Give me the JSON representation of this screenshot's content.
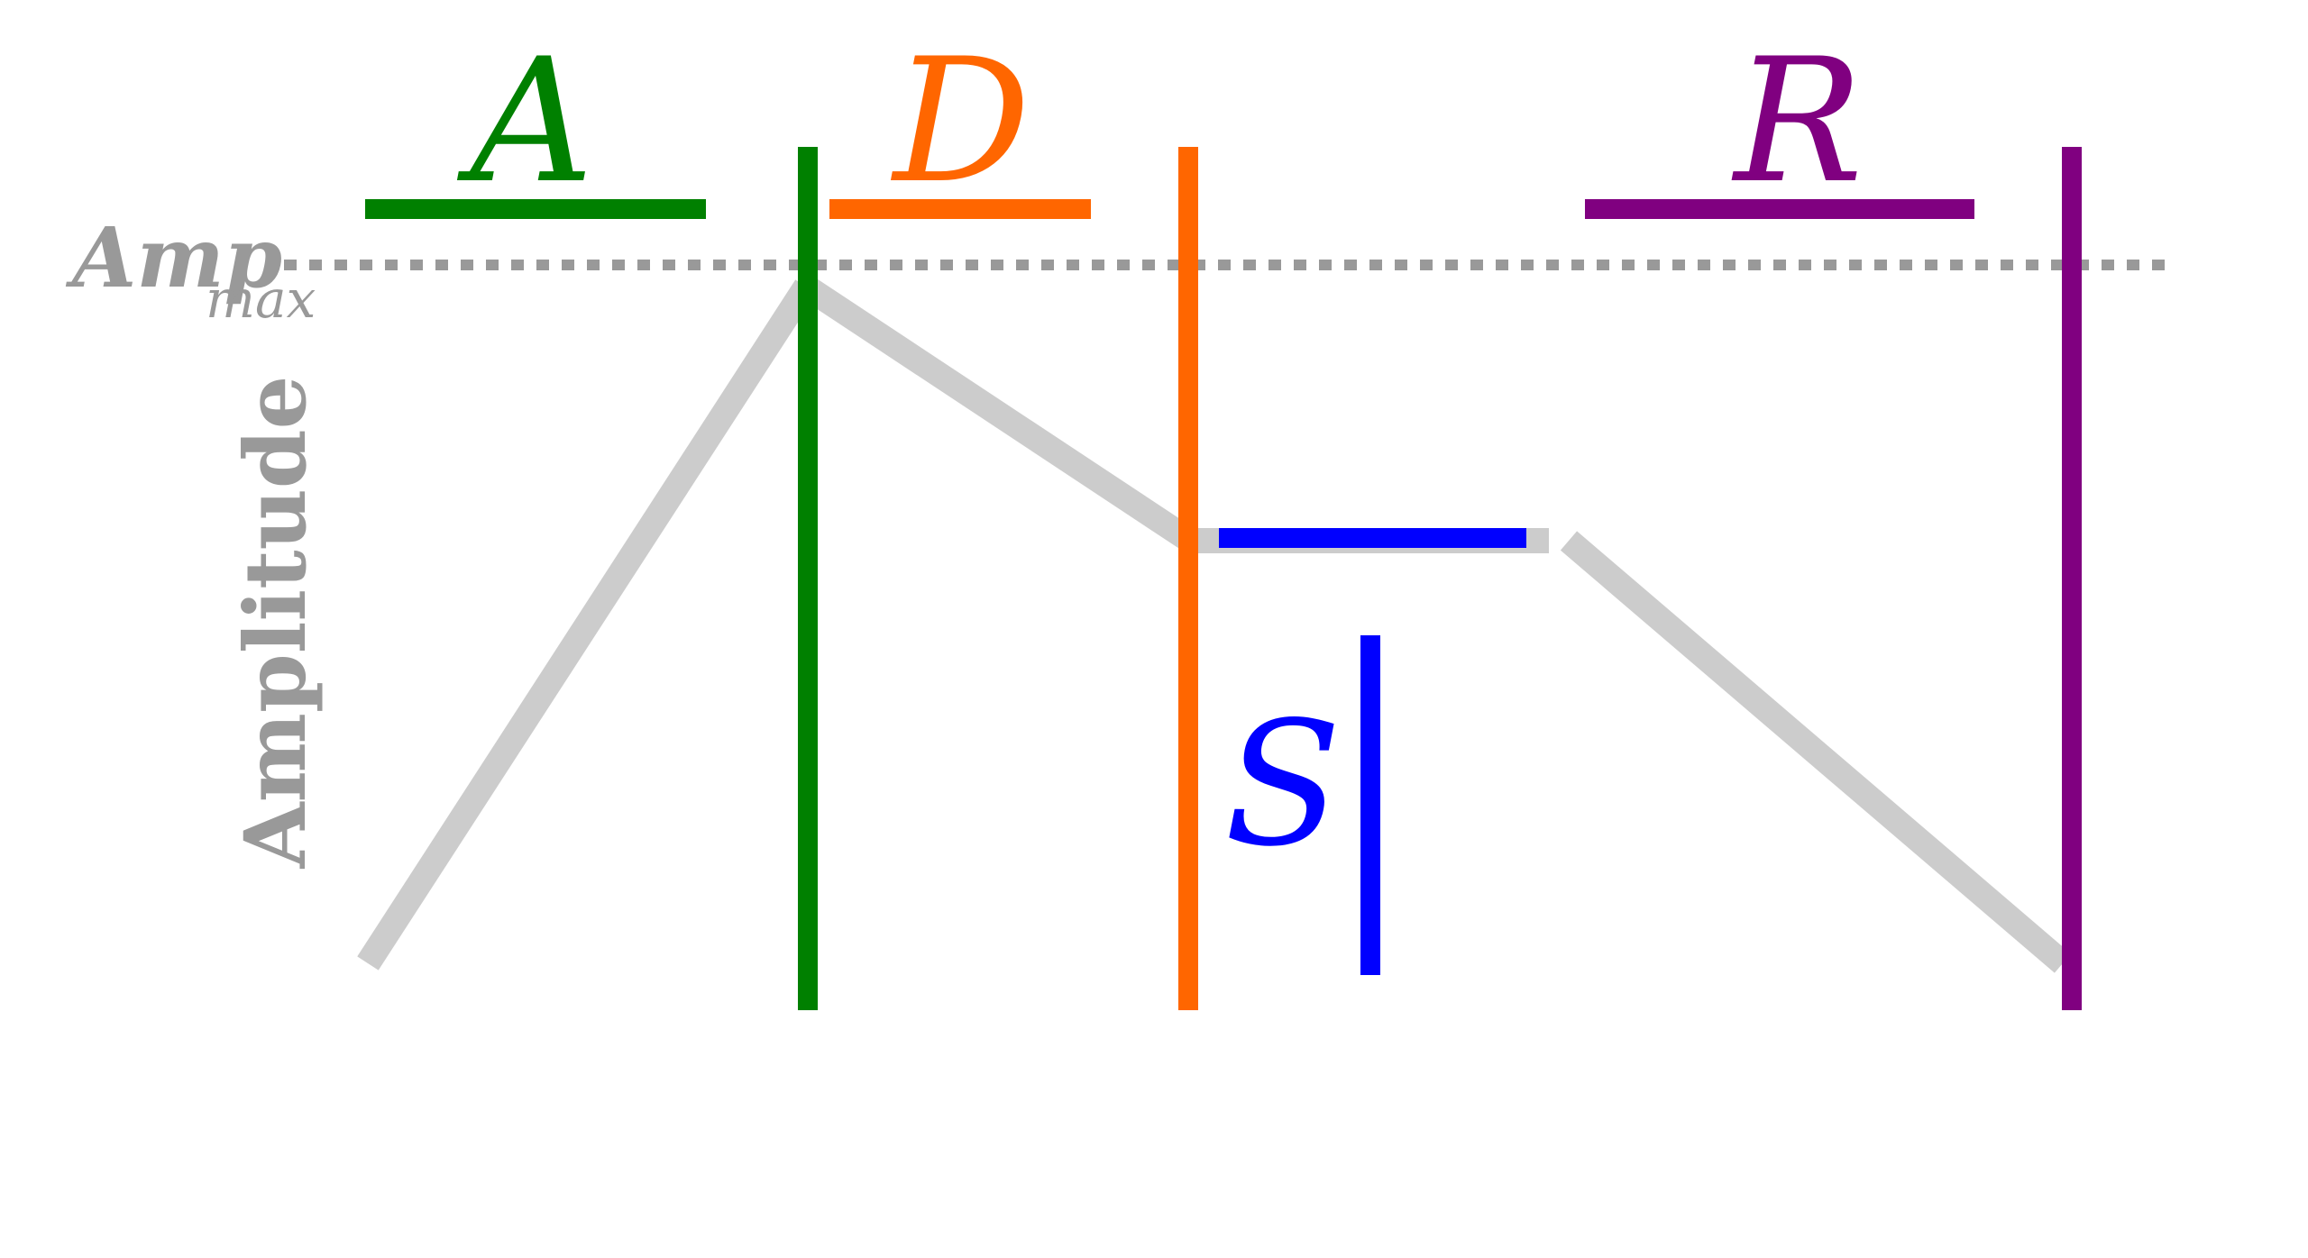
{
  "diagram": {
    "amp_max_label": "Amp",
    "amp_max_subscript": "max",
    "axis_label": "Amplitude",
    "phases": {
      "attack": {
        "letter": "A",
        "color": "#008000"
      },
      "decay": {
        "letter": "D",
        "color": "#ff6600"
      },
      "sustain": {
        "letter": "S",
        "color": "#0000ff"
      },
      "release": {
        "letter": "R",
        "color": "#800080"
      }
    },
    "colors": {
      "envelope": "#cccccc",
      "amp_max_line": "#999999",
      "text_gray": "#999999"
    }
  }
}
